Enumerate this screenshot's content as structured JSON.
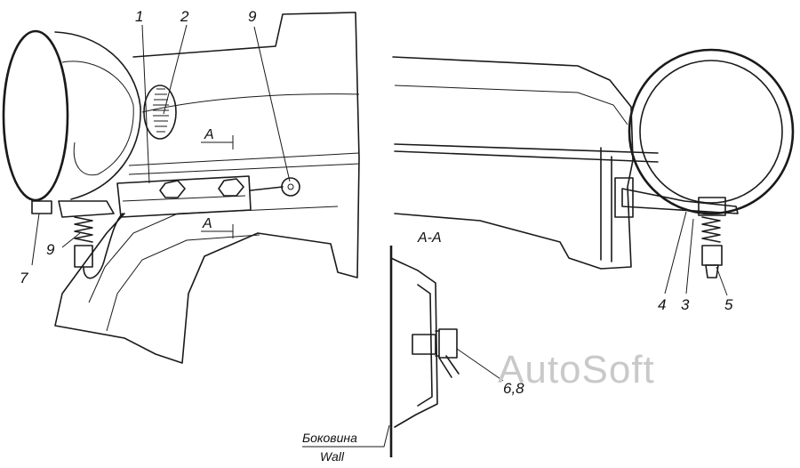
{
  "callouts": {
    "c1": "1",
    "c2": "2",
    "c9_top": "9",
    "c7": "7",
    "c9_left": "9",
    "c4": "4",
    "c3": "3",
    "c5": "5",
    "c68": "6,8"
  },
  "section_marks": {
    "upper": "A",
    "lower": "A",
    "view_title": "A-A"
  },
  "wall_label": {
    "ru": "Боковина",
    "en": "Wall"
  },
  "watermark": "AutoSoft"
}
